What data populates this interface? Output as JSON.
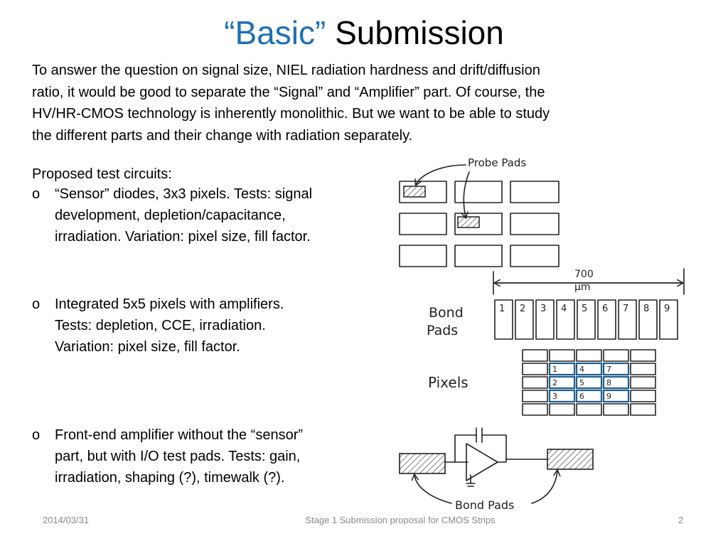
{
  "title": {
    "accent": "“Basic”",
    "rest": "Submission"
  },
  "intro": [
    "To answer the question on signal size, NIEL radiation hardness and drift/diffusion",
    "ratio, it would be good to separate the “Signal” and “Amplifier” part. Of course, the",
    "HV/HR-CMOS technology is inherently monolithic. But we want to be able to study",
    "the different parts and their change with radiation separately."
  ],
  "proposed": "Proposed test circuits:",
  "bullets": [
    {
      "mark": "o",
      "lines": [
        "“Sensor” diodes, 3x3 pixels. Tests: signal",
        "development,  depletion/capacitance,",
        "irradiation. Variation: pixel size, fill factor."
      ]
    },
    {
      "mark": "o",
      "lines": [
        "Integrated 5x5 pixels with amplifiers.",
        "Tests: depletion, CCE, irradiation.",
        "Variation: pixel size, fill factor."
      ]
    },
    {
      "mark": "o",
      "lines": [
        "Front-end amplifier without the “sensor”",
        "part, but with I/O test pads. Tests: gain,",
        "irradiation, shaping (?), timewalk (?)."
      ]
    }
  ],
  "sketch": {
    "probe_pads": "Probe Pads",
    "dim_value": "700",
    "dim_unit": "µm",
    "bond_pads_l1": "Bond",
    "bond_pads_l2": "Pads",
    "pad_numbers": [
      "1",
      "2",
      "3",
      "4",
      "5",
      "6",
      "7",
      "8",
      "9"
    ],
    "pixels": "Pixels",
    "pixel_numbers": [
      "1",
      "2",
      "3",
      "4",
      "5",
      "6",
      "7",
      "8",
      "9"
    ],
    "bond_pads_bottom": "Bond Pads"
  },
  "footer": {
    "date": "2014/03/31",
    "center": "Stage 1 Submission proposal for CMOS Strips",
    "page": "2"
  }
}
